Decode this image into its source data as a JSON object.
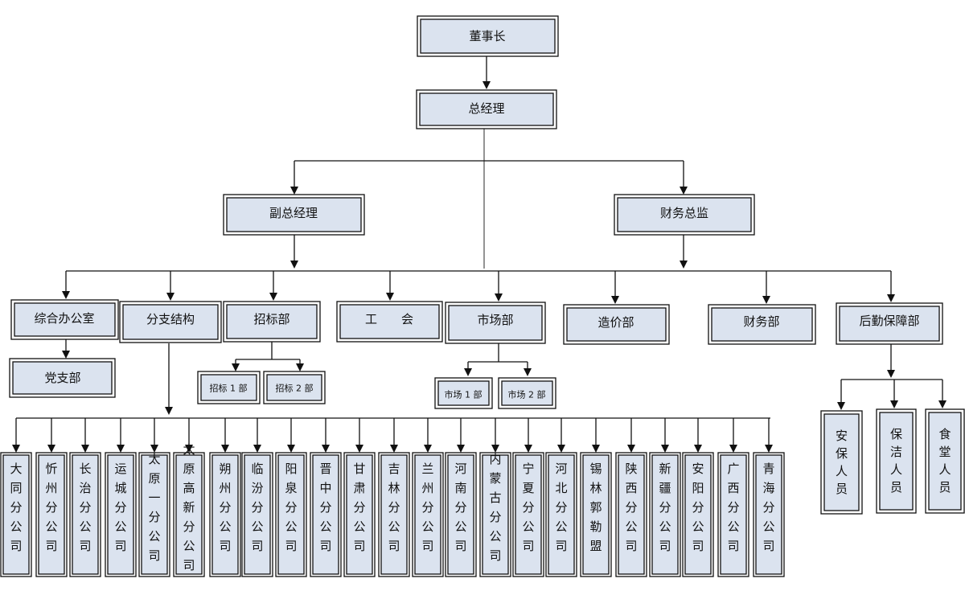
{
  "colors": {
    "box_fill": "#dbe3ef",
    "line": "#111111",
    "background": "#ffffff"
  },
  "nodes": {
    "chairman": "董事长",
    "gm": "总经理",
    "deputy_gm": "副总经理",
    "cfo": "财务总监",
    "general_office": "综合办公室",
    "party_branch": "党支部",
    "branch_structure": "分支结构",
    "bidding": "招标部",
    "bidding_1": "招标 1 部",
    "bidding_2": "招标 2 部",
    "union": "工　　会",
    "market": "市场部",
    "market_1": "市场 1 部",
    "market_2": "市场 2 部",
    "cost": "造价部",
    "finance": "财务部",
    "logistics": "后勤保障部",
    "security": "安保人员",
    "cleaning": "保洁人员",
    "canteen": "食堂人员"
  },
  "branches": [
    "大同分公司",
    "忻州分公司",
    "长治分公司",
    "运城分公司",
    "太原一分公司",
    "太原高新分公司",
    "朔州分公司",
    "临汾分公司",
    "阳泉分公司",
    "晋中分公司",
    "甘肃分公司",
    "吉林分公司",
    "兰州分公司",
    "河南分公司",
    "内蒙古分公司",
    "宁夏分公司",
    "河北分公司",
    "锡林郭勒盟",
    "陕西分公司",
    "新疆分公司",
    "安阳分公司",
    "广西分公司",
    "青海分公司"
  ]
}
